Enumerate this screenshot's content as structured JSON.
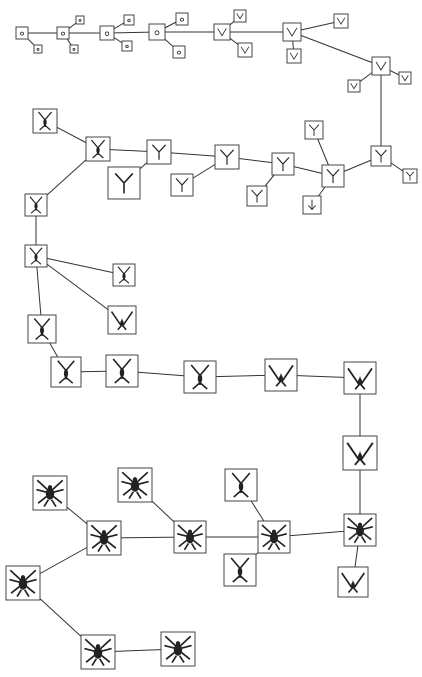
{
  "colors": {
    "background": "#ffffff",
    "line": "#333333",
    "box_stroke": "#444444",
    "box_fill": "#ffffff",
    "glyph": "#222222"
  },
  "diagram": {
    "nodes": [
      {
        "id": "n1",
        "parent": null,
        "icon": "dot-icon"
      },
      {
        "id": "n2",
        "parent": "n1",
        "icon": "dot-icon"
      },
      {
        "id": "n3",
        "parent": "n2",
        "icon": "dot-icon"
      },
      {
        "id": "n4",
        "parent": "n3",
        "icon": "dot-icon"
      },
      {
        "id": "n5",
        "parent": "n4",
        "icon": "v-small-icon"
      },
      {
        "id": "n6",
        "parent": "n5",
        "icon": "v-small-icon"
      },
      {
        "id": "n7",
        "parent": "n6",
        "icon": "v-small-icon"
      },
      {
        "id": "n8",
        "parent": "n7",
        "icon": "y-icon"
      },
      {
        "id": "n9",
        "parent": "n8",
        "icon": "y-icon"
      },
      {
        "id": "n10",
        "parent": "n9",
        "icon": "y-icon"
      },
      {
        "id": "n11",
        "parent": "n10",
        "icon": "y-icon"
      },
      {
        "id": "n12",
        "parent": "n11",
        "icon": "y-icon"
      },
      {
        "id": "n13",
        "parent": "n12",
        "icon": "figure-icon"
      },
      {
        "id": "n14",
        "parent": "n13",
        "icon": "figure-icon"
      },
      {
        "id": "n15",
        "parent": "n14",
        "icon": "figure-icon"
      },
      {
        "id": "n16",
        "parent": "n15",
        "icon": "figure-icon"
      },
      {
        "id": "n17",
        "parent": "n16",
        "icon": "figure-icon"
      },
      {
        "id": "n18",
        "parent": "n17",
        "icon": "figure-icon"
      },
      {
        "id": "n19",
        "parent": "n18",
        "icon": "figure-icon"
      },
      {
        "id": "n20",
        "parent": "n19",
        "icon": "wide-figure-icon"
      },
      {
        "id": "n21",
        "parent": "n20",
        "icon": "wide-figure-icon"
      },
      {
        "id": "n22",
        "parent": "n21",
        "icon": "wide-figure-icon"
      },
      {
        "id": "n23",
        "parent": "n22",
        "icon": "insect-icon"
      },
      {
        "id": "n24",
        "parent": "n23",
        "icon": "insect-icon"
      },
      {
        "id": "n25",
        "parent": "n24",
        "icon": "insect-icon"
      },
      {
        "id": "n26",
        "parent": "n25",
        "icon": "insect-icon"
      },
      {
        "id": "n27",
        "parent": "n26",
        "icon": "insect-icon"
      },
      {
        "id": "n28",
        "parent": "n27",
        "icon": "insect-icon"
      },
      {
        "id": "n29",
        "parent": "n28",
        "icon": "insect-icon"
      },
      {
        "id": "n30",
        "parent": "n29",
        "icon": "insect-icon"
      },
      {
        "id": "n31",
        "parent": "n30",
        "icon": "insect-icon"
      },
      {
        "id": "b1",
        "parent": "n1",
        "icon": "dot-icon"
      },
      {
        "id": "b2",
        "parent": "n2",
        "icon": "dot-icon"
      },
      {
        "id": "b3",
        "parent": "n2",
        "icon": "dot-icon"
      },
      {
        "id": "b4",
        "parent": "n3",
        "icon": "dot-icon"
      },
      {
        "id": "b5",
        "parent": "n3",
        "icon": "dot-icon"
      },
      {
        "id": "b6",
        "parent": "n4",
        "icon": "dot-icon"
      },
      {
        "id": "b7",
        "parent": "n4",
        "icon": "dot-icon"
      },
      {
        "id": "b8",
        "parent": "n5",
        "icon": "v-small-icon"
      },
      {
        "id": "b9",
        "parent": "n5",
        "icon": "v-small-icon"
      },
      {
        "id": "b10",
        "parent": "n6",
        "icon": "v-small-icon"
      },
      {
        "id": "b11",
        "parent": "n6",
        "icon": "v-small-icon"
      },
      {
        "id": "b12",
        "parent": "n7",
        "icon": "v-small-icon"
      },
      {
        "id": "b13",
        "parent": "n7",
        "icon": "v-small-icon"
      },
      {
        "id": "b14",
        "parent": "n8",
        "icon": "y-icon"
      },
      {
        "id": "b15",
        "parent": "n8",
        "icon": "y-icon"
      },
      {
        "id": "b16",
        "parent": "n9",
        "icon": "down-arrow-icon"
      },
      {
        "id": "b17",
        "parent": "n10",
        "icon": "y-icon"
      },
      {
        "id": "b18",
        "parent": "n10",
        "icon": "y-icon"
      },
      {
        "id": "b19",
        "parent": "n11",
        "icon": "y-icon"
      },
      {
        "id": "b20",
        "parent": "n12",
        "icon": "figure-icon"
      },
      {
        "id": "b21",
        "parent": "n13",
        "icon": "figure-icon"
      },
      {
        "id": "b22",
        "parent": "n14",
        "icon": "wide-figure-icon"
      },
      {
        "id": "b23",
        "parent": "n16",
        "icon": "figure-icon"
      },
      {
        "id": "b24",
        "parent": "n18",
        "icon": "figure-icon"
      },
      {
        "id": "b25",
        "parent": "n18",
        "icon": "wide-figure-icon"
      },
      {
        "id": "b26",
        "parent": "n24",
        "icon": "insect-icon"
      },
      {
        "id": "b27",
        "parent": "n25",
        "icon": "insect-icon"
      },
      {
        "id": "b28",
        "parent": "n26",
        "icon": "insect-icon"
      },
      {
        "id": "b29",
        "parent": "n26",
        "icon": "insect-icon"
      },
      {
        "id": "b30",
        "parent": "n27",
        "icon": "insect-icon"
      }
    ]
  }
}
